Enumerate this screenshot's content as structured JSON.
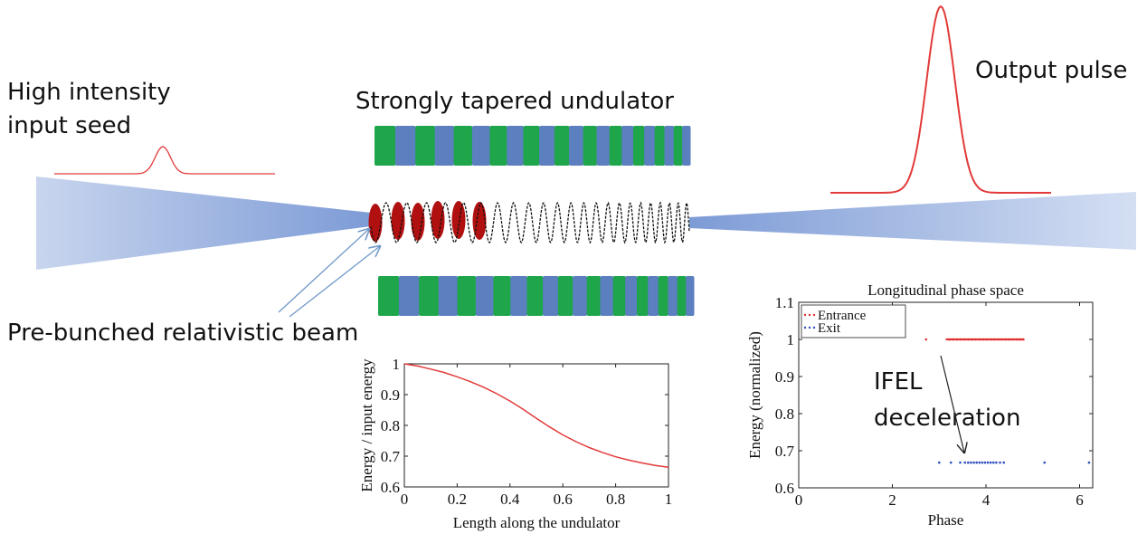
{
  "labels": {
    "seed_line1": "High intensity",
    "seed_line2": "input seed",
    "undulator": "Strongly tapered undulator",
    "output": "Output pulse",
    "beam": "Pre-bunched relativistic beam",
    "ifel_line1": "IFEL",
    "ifel_line2": "deceleration"
  },
  "colors": {
    "green": "#1fa64a",
    "blue": "#5b7fbf",
    "pulse": "#e23a3a",
    "bunch": "#b01010",
    "beam_cone": "#aabde3",
    "arrow": "#6f97c8",
    "entrance": "#e03030",
    "exit": "#3050c0"
  },
  "chart_data": [
    {
      "type": "line",
      "title": "",
      "xlabel": "Length along the undulator",
      "ylabel": "Energy / input energy",
      "xlim": [
        0,
        1
      ],
      "ylim": [
        0.6,
        1
      ],
      "xticks": [
        "0",
        "0.2",
        "0.4",
        "0.6",
        "0.8",
        "1"
      ],
      "yticks": [
        "0.6",
        "0.7",
        "0.8",
        "0.9",
        "1"
      ],
      "grid": false,
      "series": [
        {
          "x": [
            0,
            0.05,
            0.1,
            0.15,
            0.2,
            0.25,
            0.3,
            0.35,
            0.4,
            0.45,
            0.5,
            0.55,
            0.6,
            0.65,
            0.7,
            0.75,
            0.8,
            0.85,
            0.9,
            0.95,
            1
          ],
          "y": [
            1.0,
            0.993,
            0.983,
            0.972,
            0.958,
            0.942,
            0.924,
            0.903,
            0.879,
            0.852,
            0.823,
            0.795,
            0.769,
            0.747,
            0.728,
            0.712,
            0.698,
            0.687,
            0.678,
            0.67,
            0.664
          ]
        }
      ]
    },
    {
      "type": "scatter",
      "title": "Longitudinal phase space",
      "xlabel": "Phase",
      "ylabel": "Energy (normalized)",
      "xlim": [
        0,
        6.28
      ],
      "ylim": [
        0.6,
        1.1
      ],
      "xticks": [
        "0",
        "2",
        "4",
        "6"
      ],
      "yticks": [
        "0.6",
        "0.7",
        "0.8",
        "0.9",
        "1",
        "1.1"
      ],
      "legend_position": "top-left",
      "grid": false,
      "series": [
        {
          "name": "Entrance",
          "x": [
            2.72,
            3.22,
            3.3,
            3.38,
            3.46,
            3.54,
            3.62,
            3.7,
            3.78,
            3.86,
            3.94,
            4.02,
            4.1,
            4.18,
            4.26,
            4.34,
            4.42,
            4.5,
            4.58,
            4.66,
            4.74,
            4.8
          ],
          "y": [
            1.0,
            1.0,
            1.0,
            1.0,
            1.0,
            1.0,
            1.0,
            1.0,
            1.0,
            1.0,
            1.0,
            1.0,
            1.0,
            1.0,
            1.0,
            1.0,
            1.0,
            1.0,
            1.0,
            1.0,
            1.0,
            1.0
          ]
        },
        {
          "name": "Exit",
          "x": [
            3.0,
            3.25,
            3.45,
            3.55,
            3.62,
            3.68,
            3.74,
            3.8,
            3.86,
            3.92,
            3.98,
            4.04,
            4.1,
            4.16,
            4.22,
            4.3,
            4.38,
            5.25,
            6.2
          ],
          "y": [
            0.668,
            0.668,
            0.668,
            0.668,
            0.668,
            0.668,
            0.668,
            0.668,
            0.668,
            0.668,
            0.668,
            0.668,
            0.668,
            0.668,
            0.668,
            0.668,
            0.668,
            0.668,
            0.668
          ]
        }
      ]
    }
  ]
}
